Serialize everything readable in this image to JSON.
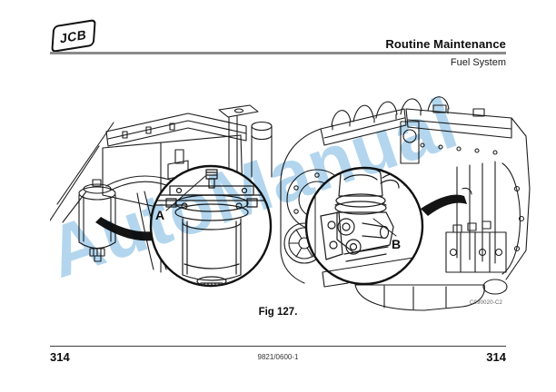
{
  "header": {
    "logo_text": "JCB",
    "title": "Routine Maintenance",
    "subtitle": "Fuel System"
  },
  "figure": {
    "caption": "Fig 127.",
    "image_code": "C090020-C2",
    "callouts": {
      "a": "A",
      "b": "B"
    }
  },
  "watermark": {
    "text": "AutoManual",
    "color": "#a2cdeb"
  },
  "footer": {
    "page_number_left": "314",
    "document_code": "9821/0600-1",
    "page_number_right": "314"
  }
}
